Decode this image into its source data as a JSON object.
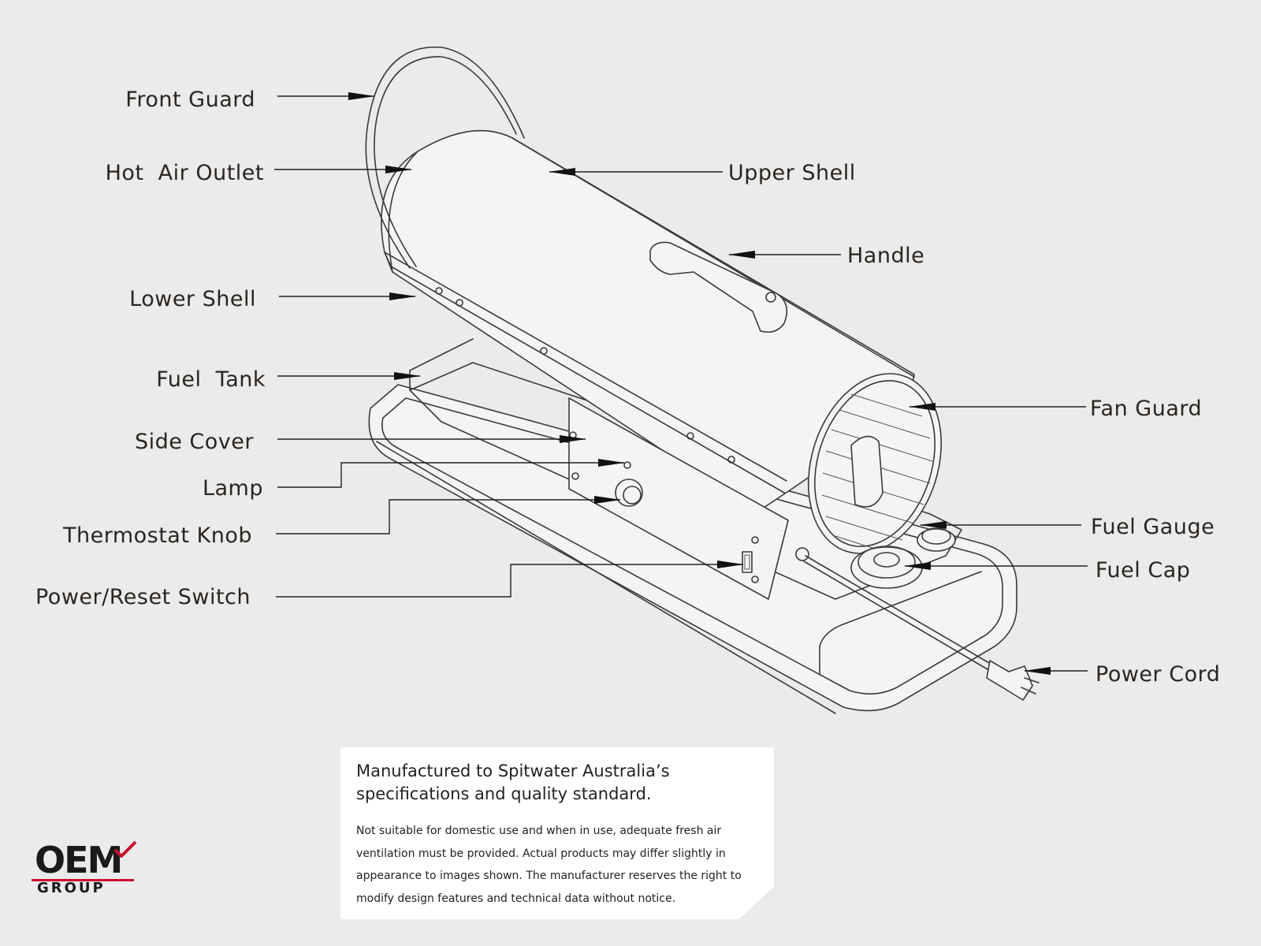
{
  "labels": {
    "front_guard": "Front Guard",
    "hot_air_outlet": "Hot  Air Outlet",
    "lower_shell": "Lower Shell",
    "fuel_tank": "Fuel  Tank",
    "side_cover": "Side Cover",
    "lamp": "Lamp",
    "thermostat_knob": "Thermostat Knob",
    "power_reset_switch": "Power/Reset Switch",
    "upper_shell": "Upper Shell",
    "handle": "Handle",
    "fan_guard": "Fan Guard",
    "fuel_gauge": "Fuel Gauge",
    "fuel_cap": "Fuel Cap",
    "power_cord": "Power Cord"
  },
  "note": {
    "title": "Manufactured to Spitwater Australia’s specifications and quality standard.",
    "body": "Not suitable for domestic use and when in use, adequate fresh air ventilation must be provided. Actual products may differ slightly in appearance to images shown.  The manufacturer reserves the right to modify design features and technical data without notice."
  },
  "logo": {
    "main": "OEM",
    "sub": "GROUP",
    "accent_color": "#c8102e"
  },
  "colors": {
    "background": "#ebebeb",
    "text": "#2b2520"
  }
}
